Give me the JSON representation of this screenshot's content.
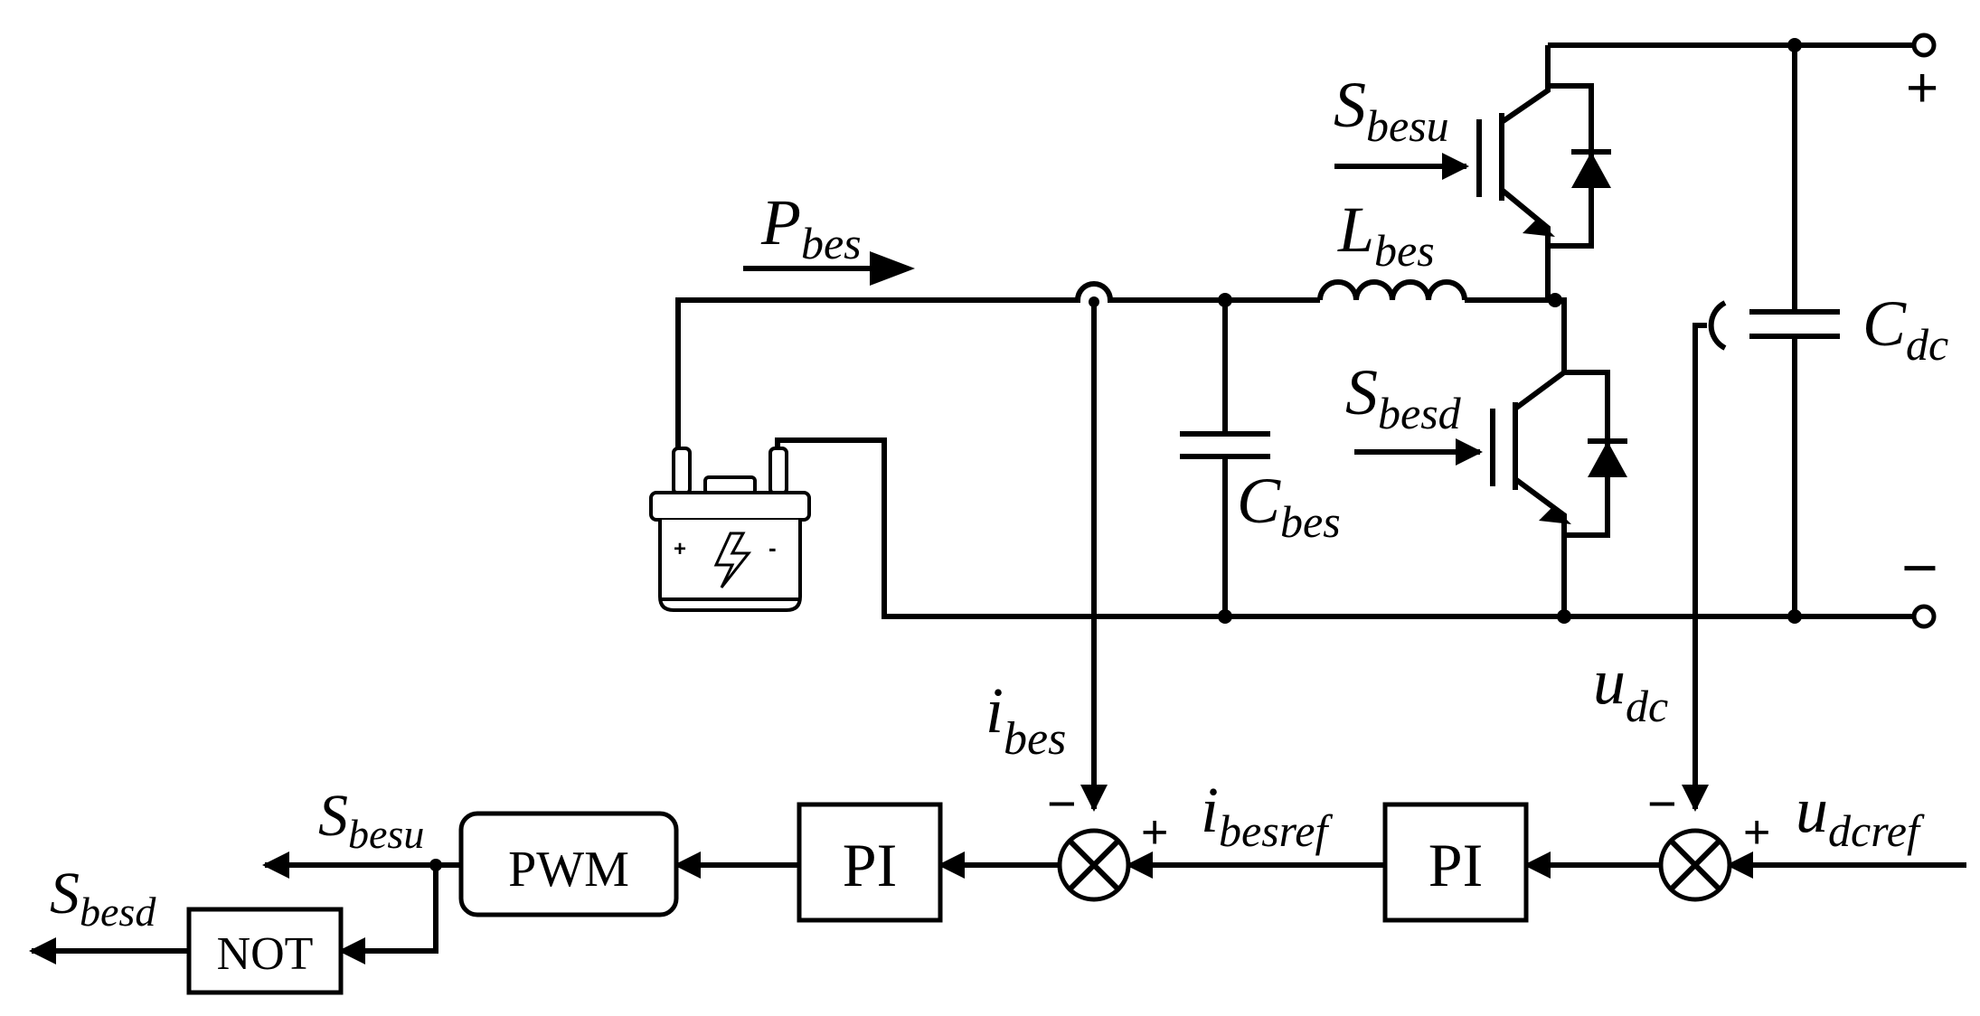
{
  "labels": {
    "p_bes_main": "P",
    "p_bes_sub": "bes",
    "l_bes_main": "L",
    "l_bes_sub": "bes",
    "c_bes_main": "C",
    "c_bes_sub": "bes",
    "c_dc_main": "C",
    "c_dc_sub": "dc",
    "s_besu_main": "S",
    "s_besu_sub": "besu",
    "s_besd_main": "S",
    "s_besd_sub": "besd",
    "i_bes_main": "i",
    "i_bes_sub": "bes",
    "u_dc_main": "u",
    "u_dc_sub": "dc",
    "i_besref_main": "i",
    "i_besref_sub": "besref",
    "u_dcref_main": "u",
    "u_dcref_sub": "dcref",
    "out_s_besu_main": "S",
    "out_s_besu_sub": "besu",
    "out_s_besd_main": "S",
    "out_s_besd_sub": "besd"
  },
  "blocks": {
    "pi_current": "PI",
    "pi_voltage": "PI",
    "pwm": "PWM",
    "not": "NOT"
  },
  "signs": {
    "dc_plus": "+",
    "dc_minus": "−",
    "sum_current_minus": "−",
    "sum_current_plus": "+",
    "sum_voltage_minus": "−",
    "sum_voltage_plus": "+",
    "battery_plus": "+",
    "battery_minus": "-"
  }
}
